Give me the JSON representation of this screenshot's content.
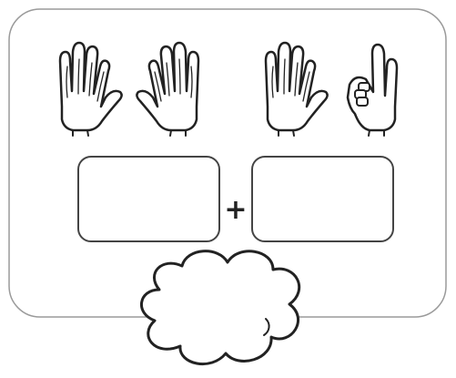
{
  "worksheet": {
    "operator": "+",
    "left_group": {
      "left_hand_fingers": 5,
      "right_hand_fingers": 5
    },
    "right_group": {
      "left_hand_fingers": 5,
      "right_hand_fingers": 2
    },
    "answer_boxes": [
      {
        "value": ""
      },
      {
        "value": ""
      }
    ],
    "cloud_answer": {
      "value": ""
    }
  }
}
